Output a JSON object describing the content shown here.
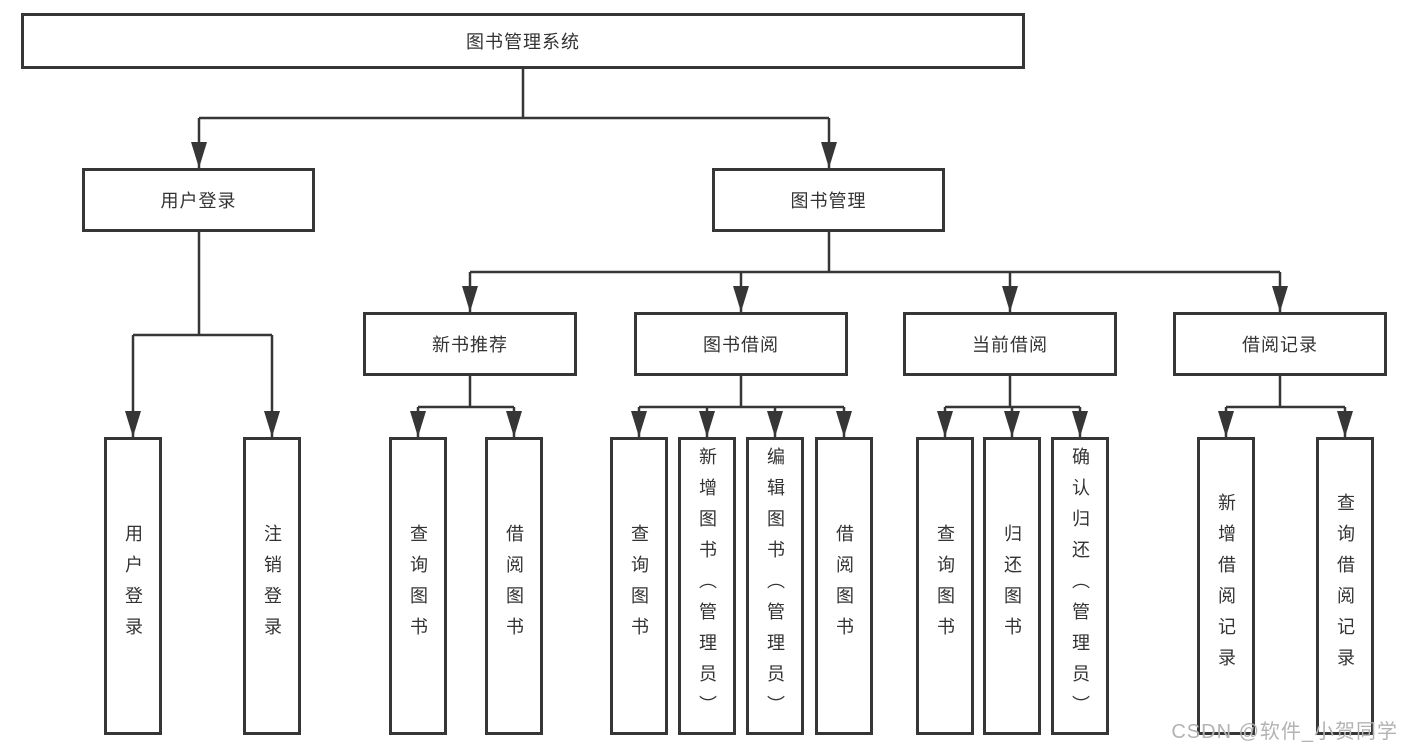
{
  "tree": {
    "root": {
      "label": "图书管理系统",
      "children": [
        {
          "label": "用户登录",
          "children": [
            {
              "label": "用户登录"
            },
            {
              "label": "注销登录"
            }
          ]
        },
        {
          "label": "图书管理",
          "children": [
            {
              "label": "新书推荐",
              "children": [
                {
                  "label": "查询图书"
                },
                {
                  "label": "借阅图书"
                }
              ]
            },
            {
              "label": "图书借阅",
              "children": [
                {
                  "label": "查询图书"
                },
                {
                  "label": "新增图书（管理员）"
                },
                {
                  "label": "编辑图书（管理员）"
                },
                {
                  "label": "借阅图书"
                }
              ]
            },
            {
              "label": "当前借阅",
              "children": [
                {
                  "label": "查询图书"
                },
                {
                  "label": "归还图书"
                },
                {
                  "label": "确认归还（管理员）"
                }
              ]
            },
            {
              "label": "借阅记录",
              "children": [
                {
                  "label": "新增借阅记录"
                },
                {
                  "label": "查询借阅记录"
                }
              ]
            }
          ]
        }
      ]
    }
  },
  "watermark": {
    "text": "CSDN @软件_小贺同学"
  },
  "colors": {
    "line": "#363636",
    "text": "#333333",
    "watermark": "#b3b3b3",
    "background": "#ffffff"
  }
}
